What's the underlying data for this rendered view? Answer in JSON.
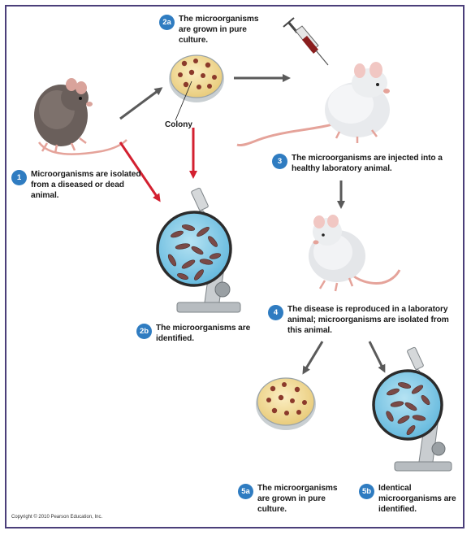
{
  "steps": {
    "s1": {
      "badge": "1",
      "text": "Microorganisms are isolated from a diseased or dead animal."
    },
    "s2a": {
      "badge": "2a",
      "text": "The microorganisms are grown in pure culture."
    },
    "s2b": {
      "badge": "2b",
      "text": "The microorganisms are identified."
    },
    "s3": {
      "badge": "3",
      "text": "The microorganisms are injected into a healthy laboratory animal."
    },
    "s4": {
      "badge": "4",
      "text": "The disease is reproduced in a laboratory animal; microorganisms are isolated from this animal."
    },
    "s5a": {
      "badge": "5a",
      "text": "The microorganisms are grown in pure culture."
    },
    "s5b": {
      "badge": "5b",
      "text": "Identical microorganisms are identified."
    }
  },
  "labels": {
    "colony": "Colony",
    "copyright": "Copyright © 2010 Pearson Education, Inc."
  },
  "colors": {
    "badge": "#2f7cc1",
    "arrow_gray": "#5a5a5a",
    "arrow_red": "#d32030",
    "frame": "#4b3f7a",
    "agar": "#f4dfa0",
    "colony": "#8b3a2b",
    "specimen": "#8fd0ea"
  },
  "icons": [
    "sick-mouse-icon",
    "petri-dish-icon",
    "syringe-icon",
    "healthy-mouse-icon",
    "microscope-icon"
  ]
}
